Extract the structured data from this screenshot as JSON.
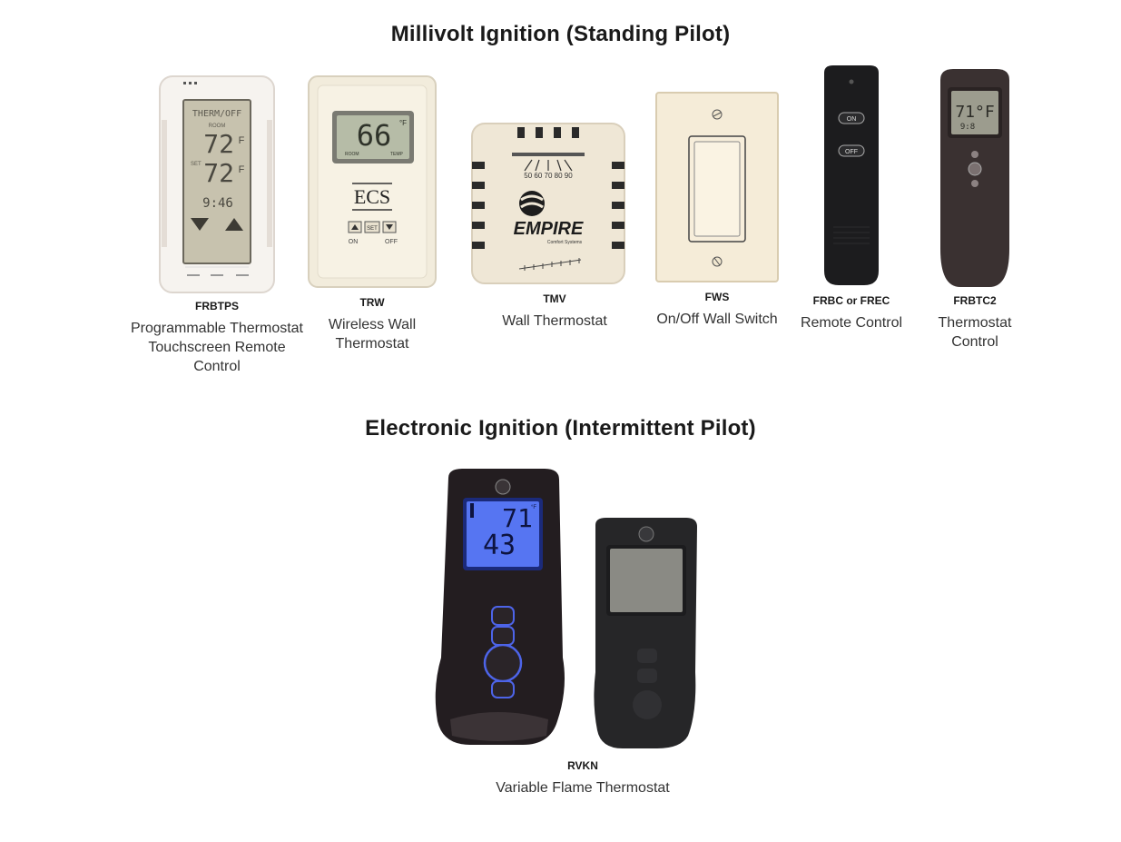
{
  "sections": {
    "millivolt": {
      "title": "Millivolt Ignition (Standing Pilot)"
    },
    "electronic": {
      "title": "Electronic Ignition (Intermittent Pilot)"
    }
  },
  "products": {
    "frbtps": {
      "code": "FRBTPS",
      "desc": "Programmable Thermostat Touchscreen Remote Control",
      "screen": {
        "brand": "THERM/OFF",
        "room": "ROOM",
        "room_temp": "72",
        "set": "SET",
        "set_temp": "72",
        "unit": "F",
        "time": "9:46"
      }
    },
    "trw": {
      "code": "TRW",
      "desc": "Wireless Wall Thermostat",
      "screen": {
        "temp": "66",
        "unit": "°F",
        "left_label": "ROOM",
        "right_label": "TEMP"
      },
      "logo": "ECS",
      "buttons": {
        "set": "SET",
        "on": "ON",
        "off": "OFF"
      }
    },
    "tmv": {
      "code": "TMV",
      "desc": "Wall Thermostat",
      "dial": "50 60 70 80 90",
      "brand": "EMPIRE",
      "brand_sub": "Comfort Systems"
    },
    "fws": {
      "code": "FWS",
      "desc": "On/Off Wall Switch"
    },
    "frbc": {
      "code": "FRBC or FREC",
      "desc": "Remote Control",
      "buttons": {
        "on": "ON",
        "off": "OFF"
      }
    },
    "frbtc2": {
      "code": "FRBTC2",
      "desc": "Thermostat Control",
      "screen": {
        "temp": "71°F",
        "time": "9:8"
      }
    },
    "rvkn": {
      "code": "RVKN",
      "desc": "Variable Flame Thermostat",
      "screen": {
        "temp": "71",
        "second": "43",
        "unit": "°F"
      }
    }
  },
  "colors": {
    "ivory": "#efe9da",
    "black_remote": "#1d1d1f",
    "brown_remote": "#3a3030",
    "lcd_green": "#a9ae97",
    "lcd_blue": "#4f6ff2"
  }
}
